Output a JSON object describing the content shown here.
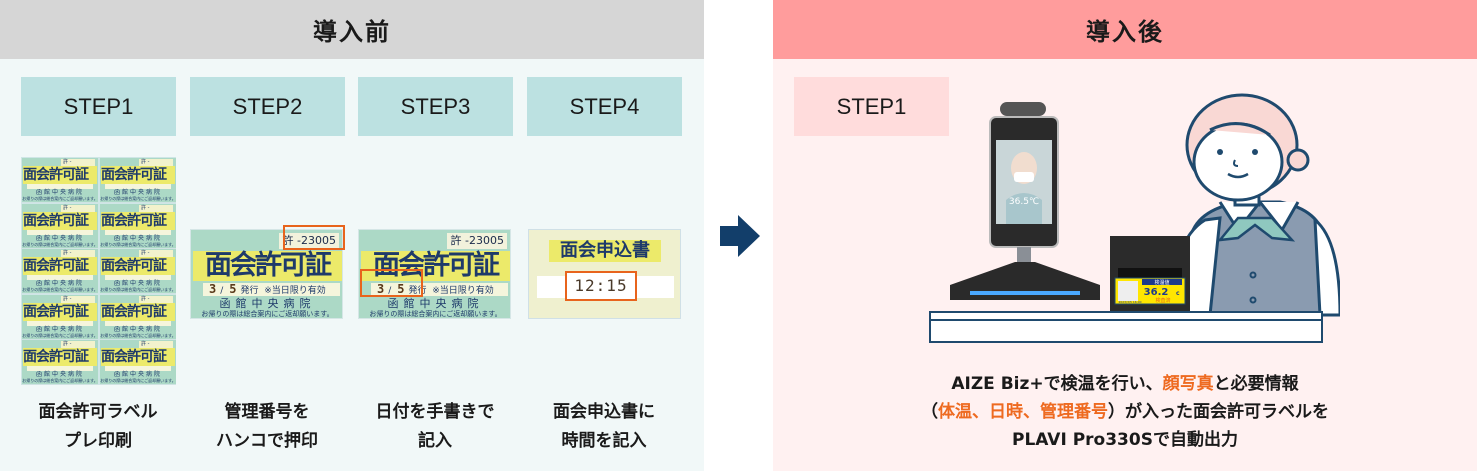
{
  "before": {
    "title": "導入前",
    "steps": [
      {
        "label": "STEP1",
        "caption_line1": "面会許可ラベル",
        "caption_line2": "プレ印刷"
      },
      {
        "label": "STEP2",
        "caption_line1": "管理番号を",
        "caption_line2": "ハンコで押印"
      },
      {
        "label": "STEP3",
        "caption_line1": "日付を手書きで",
        "caption_line2": "記入"
      },
      {
        "label": "STEP4",
        "caption_line1": "面会申込書に",
        "caption_line2": "時間を記入"
      }
    ],
    "label_card": {
      "title": "面会許可証",
      "number_prefix": "許 -",
      "number": "許 -23005",
      "date_month": "3",
      "date_sep": "/",
      "date_day": "5",
      "issued": "発行",
      "validity": "※当日限り有効",
      "hospital": "函館中央病院",
      "note": "お帰りの際は総合案内にご返却願います。"
    },
    "application_form": {
      "title": "面会申込書",
      "time": "12:15"
    }
  },
  "after": {
    "title": "導入後",
    "step": {
      "label": "STEP1"
    },
    "description": {
      "line1_a": "AIZE Biz+で検温を行い、",
      "line1_hl": "顔写真",
      "line1_b": "と必要情報",
      "line2_open": "（",
      "line2_hl": "体温、日時、管理番号",
      "line2_close": "）が入った面会許可ラベルを",
      "line3": "PLAVI Pro330Sで自動出力"
    },
    "device_screen": {
      "temperature": "36.5℃"
    },
    "printed_label": {
      "heading": "検温値",
      "temperature": "36.2",
      "unit": "c",
      "status": "検査済",
      "datetime": "2023/3/5 16:00"
    }
  },
  "colors": {
    "before_header": "#d6d6d6",
    "after_header": "#ff9c9c",
    "before_step": "#bce1e1",
    "after_step": "#ffdcdc",
    "highlight": "#ee6a20",
    "arrow": "#123e6a",
    "label_green": "#acd9c6",
    "label_yellow": "#ecea6a",
    "outline_navy": "#1f4a6e"
  },
  "icons": {
    "flow_arrow": "arrow-right-icon"
  }
}
